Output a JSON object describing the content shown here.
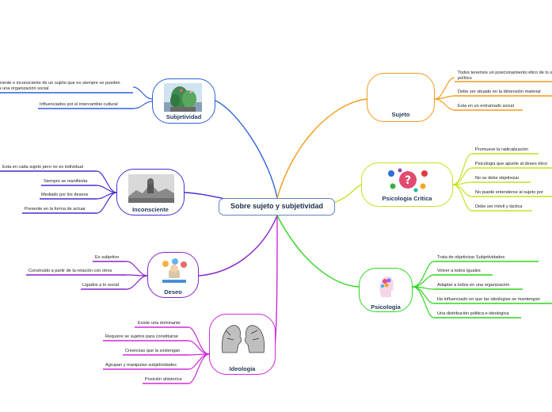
{
  "central": "Sobre sujeto y subjetividad",
  "branches": {
    "subjetividad": {
      "title": "Subjetividad",
      "color": "#2e62d9",
      "image": "cactus-photo",
      "leaves": [
        "Lo consciente e inconsciente de un sujeto que no siempre se pueden ajustar a una organización social",
        "Influenciados por el intercambio cultural"
      ]
    },
    "inconsciente": {
      "title": "Inconsciente",
      "color": "#4a2ad4",
      "image": "foggy-landscape-photo",
      "leaves": [
        "Esta en cada sujeto pero no es individual",
        "Siempre se manifiesta",
        "Mediado por los deseos",
        "Presente en la forma de actuar"
      ]
    },
    "deseo": {
      "title": "Deseo",
      "color": "#8a22c8",
      "image": "ideas-illustration",
      "leaves": [
        "Es subjetivo",
        "Construido a partir de la relación con otros",
        "Ligados a lo social"
      ]
    },
    "ideologia": {
      "title": "Ideologia",
      "color": "#d02ad8",
      "image": "two-heads-illustration",
      "leaves": [
        "Existe una dominante",
        "Requiere se sujetos para constituirse",
        "Creencias que la sostengan",
        "Agrupan y manipulan subjetividades",
        "Posición ahistorica"
      ]
    },
    "sujeto": {
      "title": "Sujeto",
      "color": "#f59a1a",
      "leaves": [
        "Todos tenemos un posicionamiento ético de lo social y político",
        "Debe ser situado en la dimensión material",
        "Esta en un entramado social"
      ]
    },
    "psicologia_critica": {
      "title": "Psicologia Critica",
      "color": "#c8e01e",
      "image": "question-mark-illustration",
      "leaves": [
        "Promueve la radicalización",
        "Psicologia que apunte al deseo ético",
        "No  se debe objetivizar",
        "No puede entenderse al sujeto por",
        "Debe ser móvil y táctica"
      ]
    },
    "psicologia": {
      "title": "Psicologia",
      "color": "#2fd61e",
      "image": "colorful-head-illustration",
      "leaves": [
        "Trata de objetivizar Subjetividades",
        "Volver a todos iguales",
        "Adaptar a todos en una organización",
        "Ha influenciado en que las ideologias se mantengan",
        "Una distribución politica e ideologica"
      ]
    }
  }
}
